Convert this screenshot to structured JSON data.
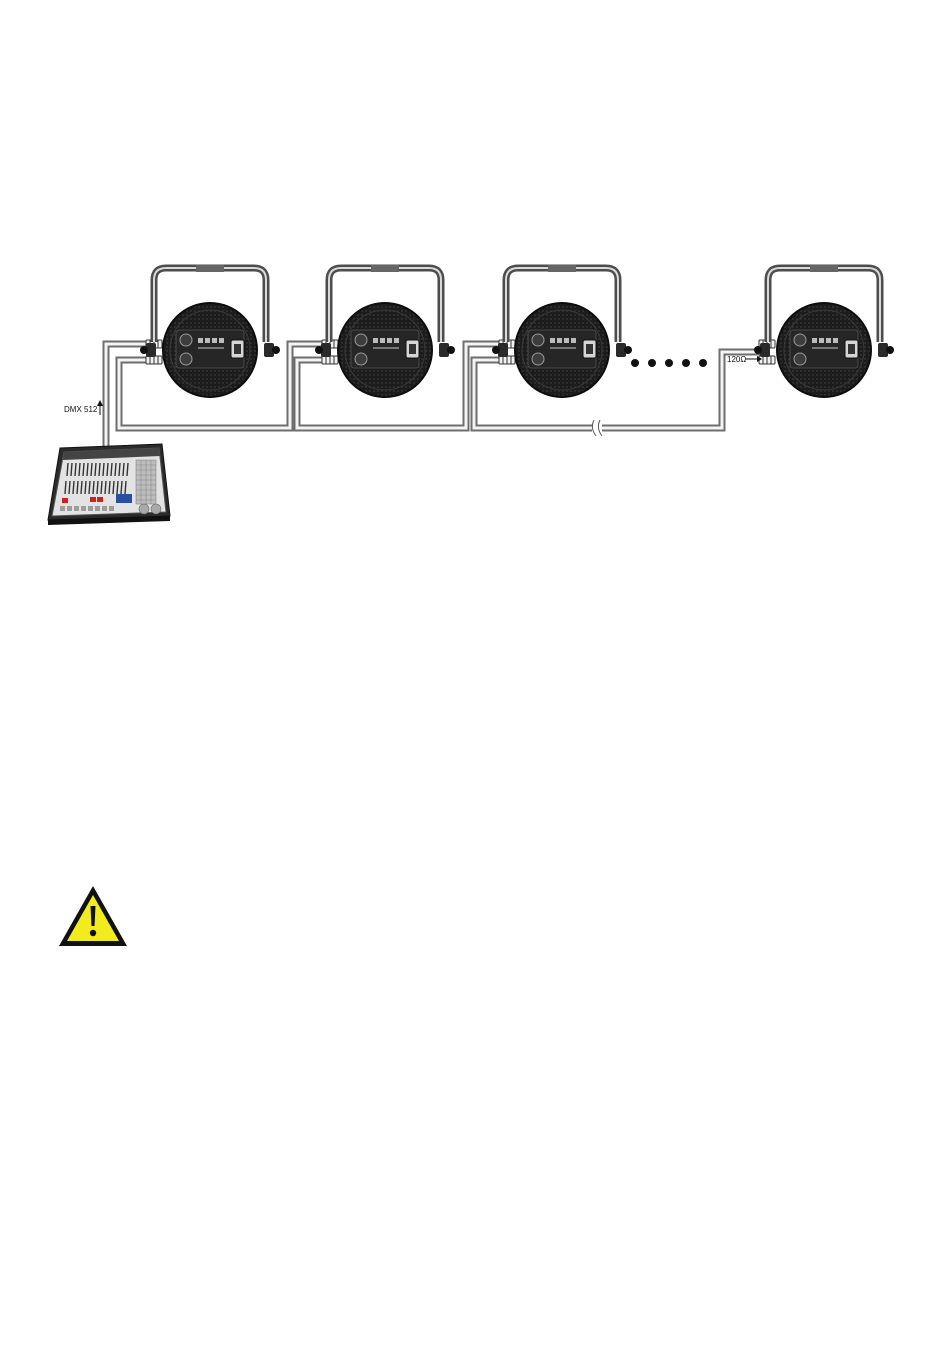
{
  "diagram": {
    "labels": {
      "dmx_signal": "DMX 512",
      "terminator": "120Ω"
    },
    "fixtures": [
      {
        "id": "fixture-1"
      },
      {
        "id": "fixture-2"
      },
      {
        "id": "fixture-3"
      },
      {
        "id": "fixture-4"
      }
    ],
    "continuation": "more-fixtures-dots",
    "icons": [
      "dmx-controller-icon",
      "par-fixture-icon",
      "warning-triangle-icon",
      "cable-break-icon"
    ],
    "colors": {
      "fixture_body": "#1c1c1c",
      "bracket": "#555555",
      "cable": "#7a7a7a",
      "warning_fill": "#f2ec1e",
      "warning_border": "#111111"
    }
  }
}
